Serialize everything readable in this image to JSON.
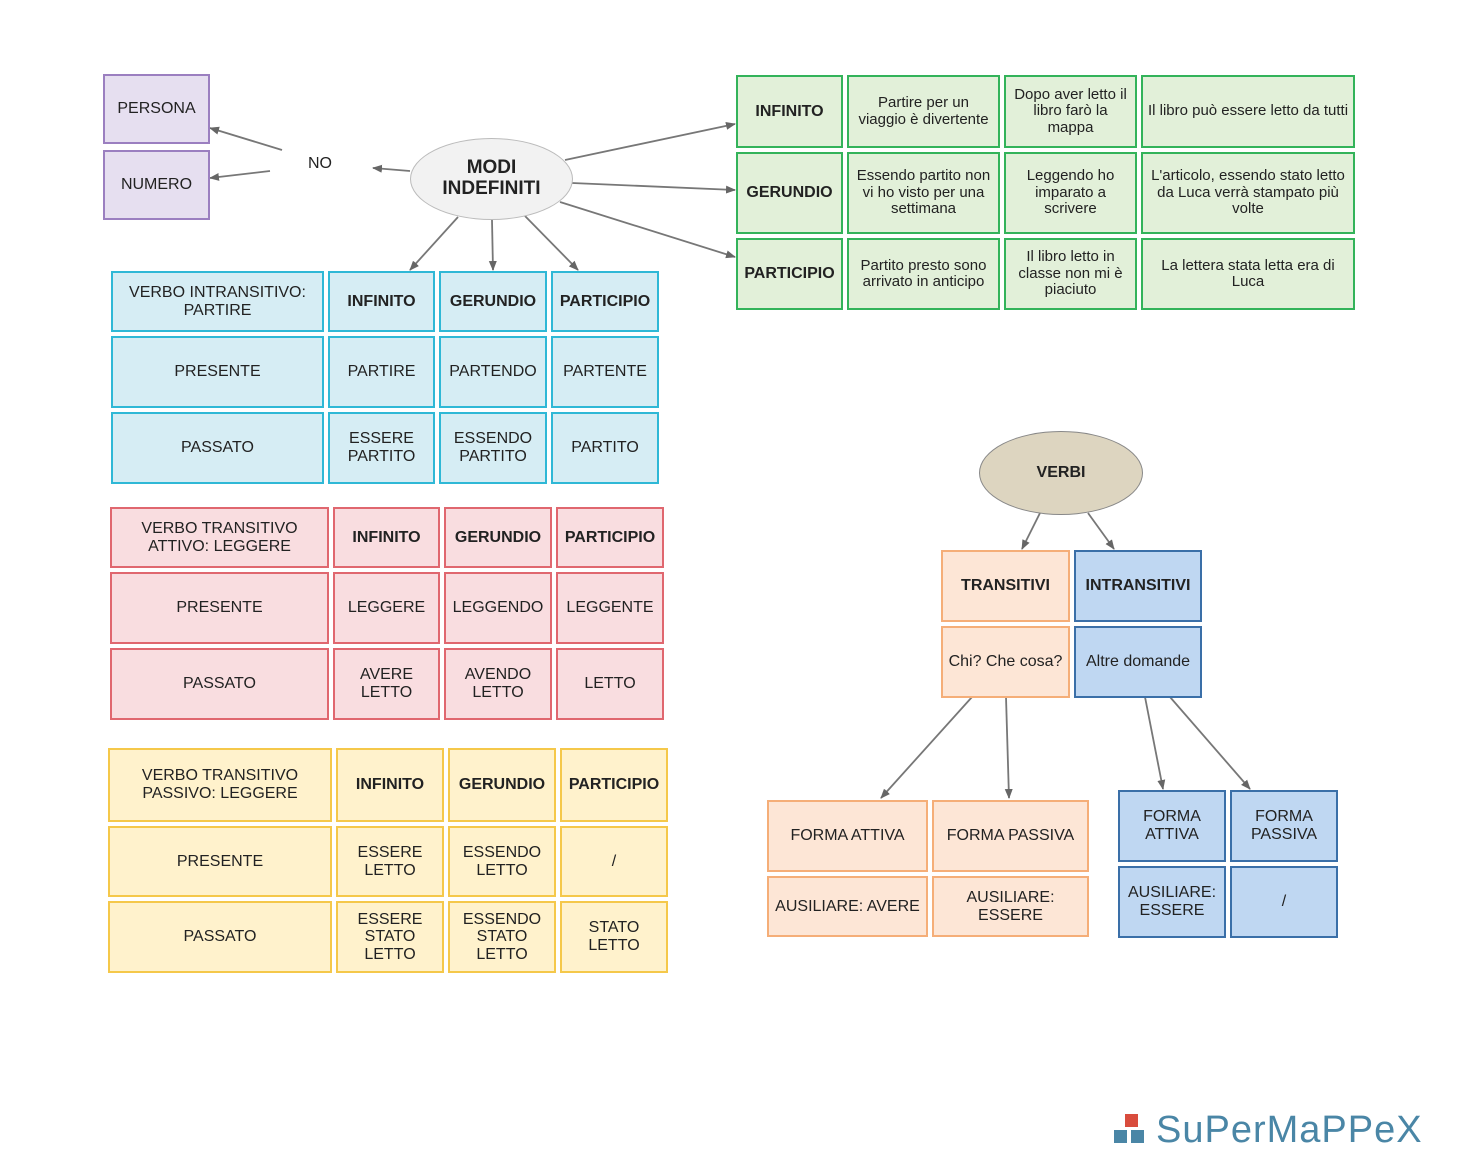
{
  "modi": {
    "center": "MODI\nINDEFINITI",
    "no_label": "NO",
    "persona": "PERSONA",
    "numero": "NUMERO"
  },
  "esempi": {
    "rows": [
      {
        "label": "INFINITO",
        "c1": "Partire per un viaggio è divertente",
        "c2": "Dopo aver letto il libro farò la mappa",
        "c3": "Il libro può essere letto da tutti"
      },
      {
        "label": "GERUNDIO",
        "c1": "Essendo partito non vi ho visto per una settimana",
        "c2": "Leggendo ho imparato a scrivere",
        "c3": "L'articolo, essendo stato letto da Luca verrà stampato più volte"
      },
      {
        "label": "PARTICIPIO",
        "c1": "Partito presto sono arrivato in anticipo",
        "c2": "Il libro letto in classe non mi è piaciuto",
        "c3": "La lettera stata letta era di Luca"
      }
    ]
  },
  "intransitivo": {
    "header": [
      "VERBO INTRANSITIVO: PARTIRE",
      "INFINITO",
      "GERUNDIO",
      "PARTICIPIO"
    ],
    "presente": [
      "PRESENTE",
      "PARTIRE",
      "PARTENDO",
      "PARTENTE"
    ],
    "passato": [
      "PASSATO",
      "ESSERE PARTITO",
      "ESSENDO PARTITO",
      "PARTITO"
    ]
  },
  "attivo": {
    "header": [
      "VERBO TRANSITIVO ATTIVO: LEGGERE",
      "INFINITO",
      "GERUNDIO",
      "PARTICIPIO"
    ],
    "presente": [
      "PRESENTE",
      "LEGGERE",
      "LEGGENDO",
      "LEGGENTE"
    ],
    "passato": [
      "PASSATO",
      "AVERE LETTO",
      "AVENDO LETTO",
      "LETTO"
    ]
  },
  "passivo": {
    "header": [
      "VERBO TRANSITIVO PASSIVO: LEGGERE",
      "INFINITO",
      "GERUNDIO",
      "PARTICIPIO"
    ],
    "presente": [
      "PRESENTE",
      "ESSERE LETTO",
      "ESSENDO LETTO",
      "/"
    ],
    "passato": [
      "PASSATO",
      "ESSERE STATO LETTO",
      "ESSENDO STATO LETTO",
      "STATO LETTO"
    ]
  },
  "verbi": {
    "center": "VERBI",
    "transitivi": "TRANSITIVI",
    "intransitivi": "INTRANSITIVI",
    "chi_che_cosa": "Chi? Che cosa?",
    "altre_domande": "Altre domande",
    "forma_attiva_t": "FORMA ATTIVA",
    "forma_passiva_t": "FORMA PASSIVA",
    "ausiliare_avere": "AUSILIARE: AVERE",
    "ausiliare_essere_t": "AUSILIARE: ESSERE",
    "forma_attiva_i": "FORMA ATTIVA",
    "forma_passiva_i": "FORMA PASSIVA",
    "ausiliare_essere_i": "AUSILIARE: ESSERE",
    "slash": "/"
  },
  "logo": {
    "text": "SuPerMaPPeX",
    "colors": [
      "#d94c3d",
      "#4a86a6",
      "#4a86a6"
    ]
  }
}
